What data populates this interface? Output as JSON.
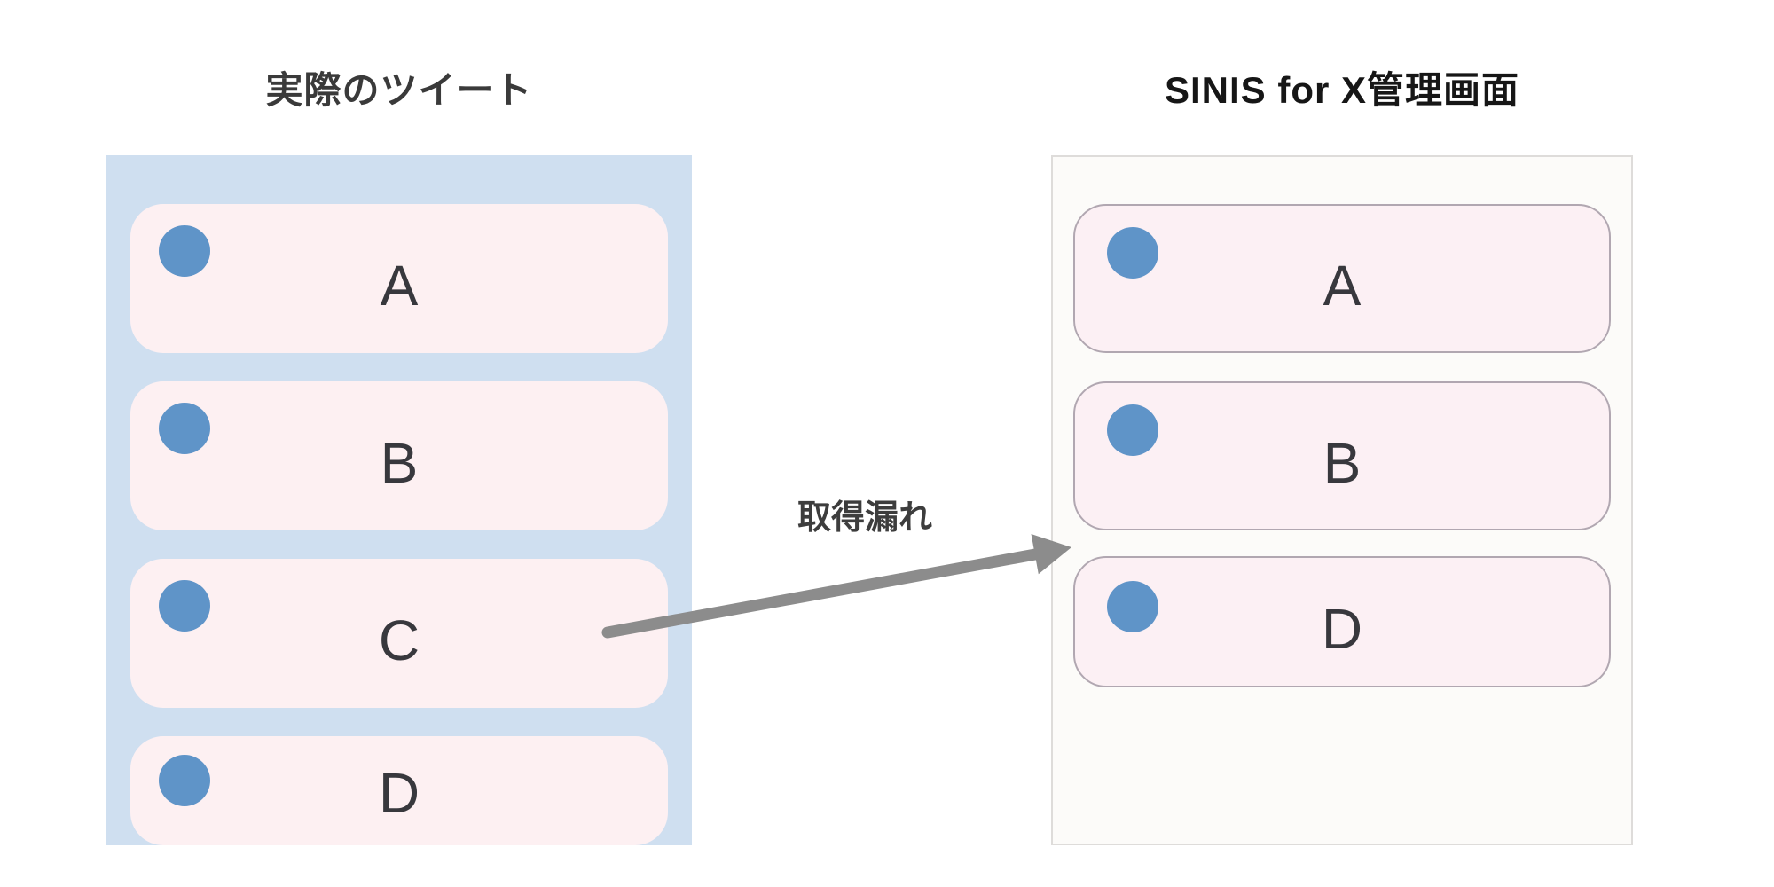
{
  "left_section": {
    "title": "実際のツイート",
    "cards": [
      {
        "label": "A"
      },
      {
        "label": "B"
      },
      {
        "label": "C"
      },
      {
        "label": "D"
      }
    ]
  },
  "right_section": {
    "title": "SINIS for X管理画面",
    "cards": [
      {
        "label": "A"
      },
      {
        "label": "B"
      },
      {
        "label": "D"
      }
    ]
  },
  "arrow": {
    "label": "取得漏れ"
  },
  "colors": {
    "left_panel_bg": "#cfdff0",
    "left_card_bg": "#fdf0f2",
    "right_panel_bg": "#fcfbf9",
    "right_panel_border": "#dedcda",
    "right_card_bg": "#fcf0f4",
    "right_card_border": "#b1a7b1",
    "avatar_blue": "#5f94c8",
    "arrow_gray": "#8c8c8c",
    "title_text": "#3a3a3a",
    "card_letter_text": "#38383d"
  }
}
